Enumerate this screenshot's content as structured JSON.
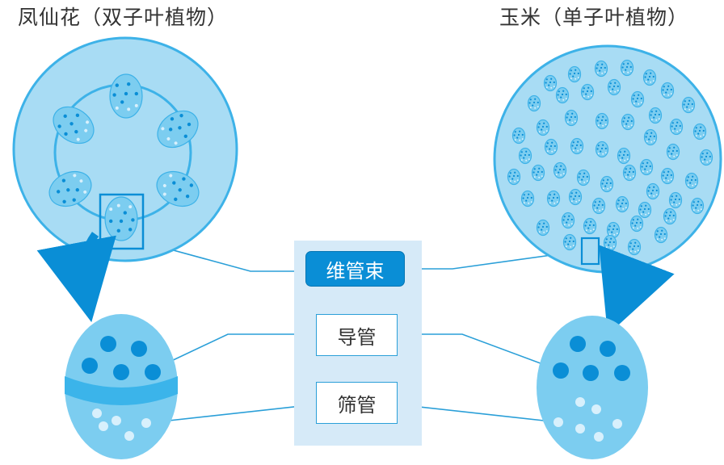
{
  "left_title": "凤仙花（双子叶植物）",
  "right_title": "玉米（单子叶植物）",
  "labels": {
    "vascular_bundle": "维管束",
    "vessel": "导管",
    "sieve_tube": "筛管"
  },
  "colors": {
    "cross_section_fill": "#a8dcf4",
    "cross_section_border": "#3db2e8",
    "bundle_fill": "#7ccdf0",
    "dot_dark": "#0a8ed6",
    "dot_light": "#d8f0fc",
    "label_panel": "#d6eaf8",
    "highlight_label": "#0a8ed6",
    "line": "#2a9fd8"
  }
}
